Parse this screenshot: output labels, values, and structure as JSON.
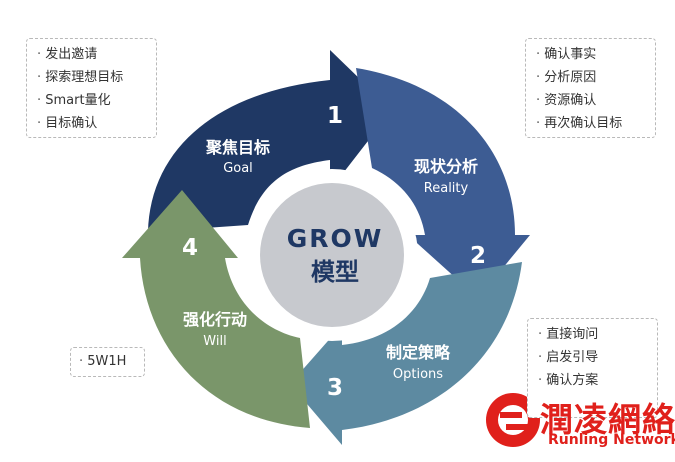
{
  "center": {
    "title": "GROW",
    "subtitle": "模型"
  },
  "segments": [
    {
      "num": "1",
      "cn": "聚焦目标",
      "en": "Goal",
      "color": "#1f3864"
    },
    {
      "num": "2",
      "cn": "现状分析",
      "en": "Reality",
      "color": "#3d5c93"
    },
    {
      "num": "3",
      "cn": "制定策略",
      "en": "Options",
      "color": "#5d8aa1"
    },
    {
      "num": "4",
      "cn": "强化行动",
      "en": "Will",
      "color": "#7a966a"
    }
  ],
  "notes": {
    "goal": [
      "发出邀请",
      "探索理想目标",
      "Smart量化",
      "目标确认"
    ],
    "reality": [
      "确认事实",
      "分析原因",
      "资源确认",
      "再次确认目标"
    ],
    "will": [
      "5W1H"
    ],
    "options": [
      "直接询问",
      "启发引导",
      "确认方案"
    ]
  },
  "logo": {
    "name": "潤凌網絡",
    "sub": "Runling Network",
    "color": "#e0201b"
  }
}
